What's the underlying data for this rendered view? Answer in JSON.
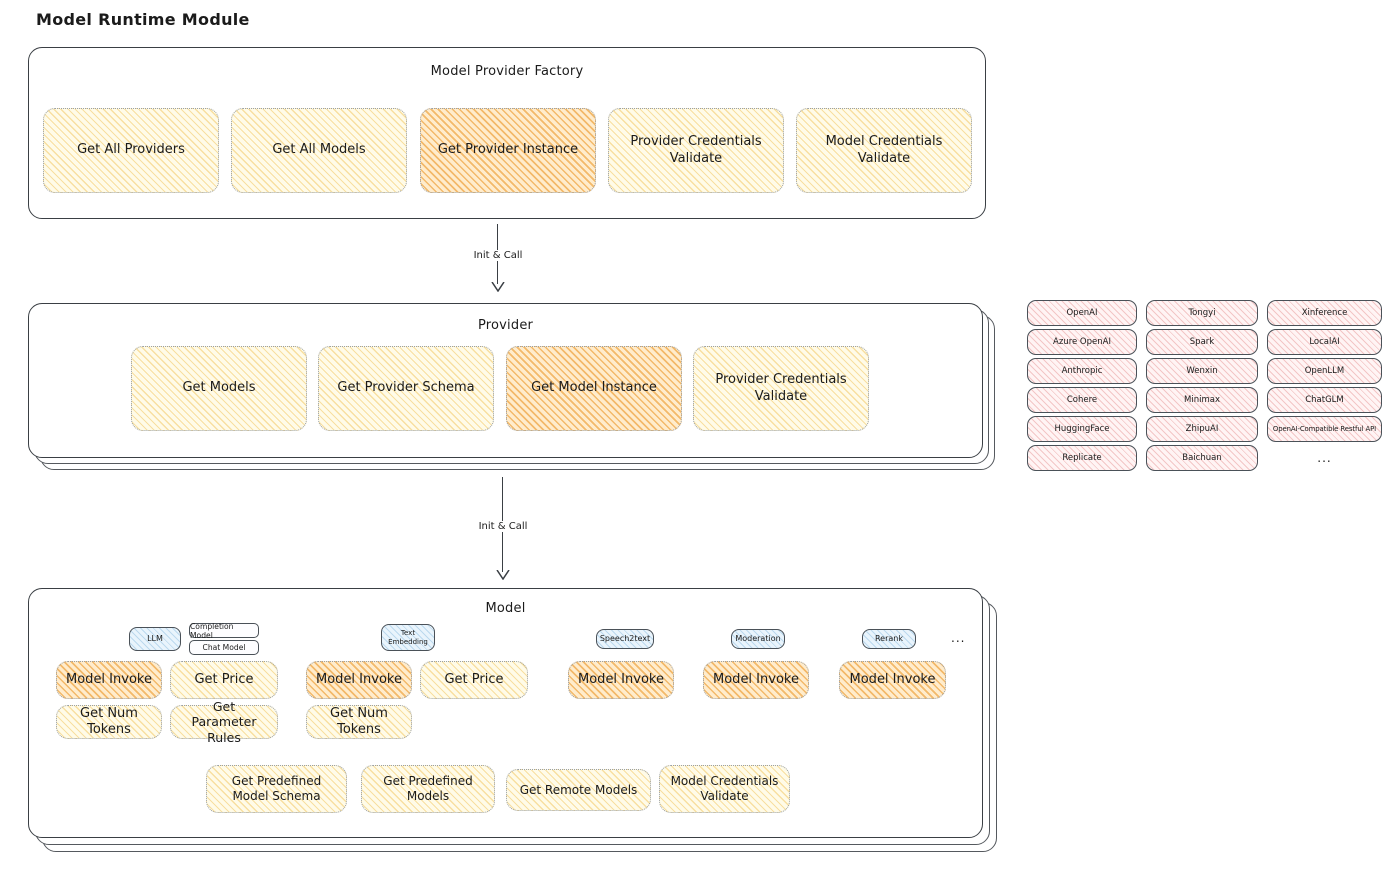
{
  "page": {
    "title": "Model Runtime Module"
  },
  "factory": {
    "title": "Model Provider Factory",
    "items": [
      "Get All Providers",
      "Get All Models",
      "Get Provider Instance",
      "Provider Credentials Validate",
      "Model Credentials Validate"
    ]
  },
  "arrows": [
    {
      "label": "Init & Call"
    },
    {
      "label": "Init & Call"
    }
  ],
  "provider": {
    "title": "Provider",
    "items": [
      "Get Models",
      "Get Provider Schema",
      "Get Model Instance",
      "Provider Credentials Validate"
    ]
  },
  "providers": [
    "OpenAI",
    "Tongyi",
    "Xinference",
    "Azure OpenAI",
    "Spark",
    "LocalAI",
    "Anthropic",
    "Wenxin",
    "OpenLLM",
    "Cohere",
    "Minimax",
    "ChatGLM",
    "HuggingFace",
    "ZhipuAI",
    "OpenAI-Compatible Restful API",
    "Replicate",
    "Baichuan"
  ],
  "providers_more": "...",
  "model": {
    "title": "Model",
    "pills": {
      "llm": "LLM",
      "completion": "Completion Model",
      "chat": "Chat Model",
      "text_embedding": "Text Embedding",
      "speech2text": "Speech2text",
      "moderation": "Moderation",
      "rerank": "Rerank"
    },
    "more": "...",
    "functions": {
      "model_invoke": "Model Invoke",
      "get_price": "Get Price",
      "get_num_tokens": "Get Num Tokens",
      "get_parameter_rules": "Get Parameter Rules"
    },
    "shared": [
      "Get Predefined Model Schema",
      "Get Predefined Models",
      "Get Remote Models",
      "Model Credentials Validate"
    ]
  },
  "colors": {
    "node_fill": "#fffbe8",
    "node_hatch": "#f8dfa0",
    "highlight_fill": "#ffeccc",
    "highlight_hatch": "#f3b96a",
    "provider_fill": "#fff4f4",
    "provider_hatch": "#f3c6c6",
    "pill_fill": "#e9f4fc",
    "pill_hatch": "#bcd9ee",
    "border_dark": "#3a3f44",
    "border_dotted": "#9aa0a6",
    "ink": "#1b1b1b"
  }
}
